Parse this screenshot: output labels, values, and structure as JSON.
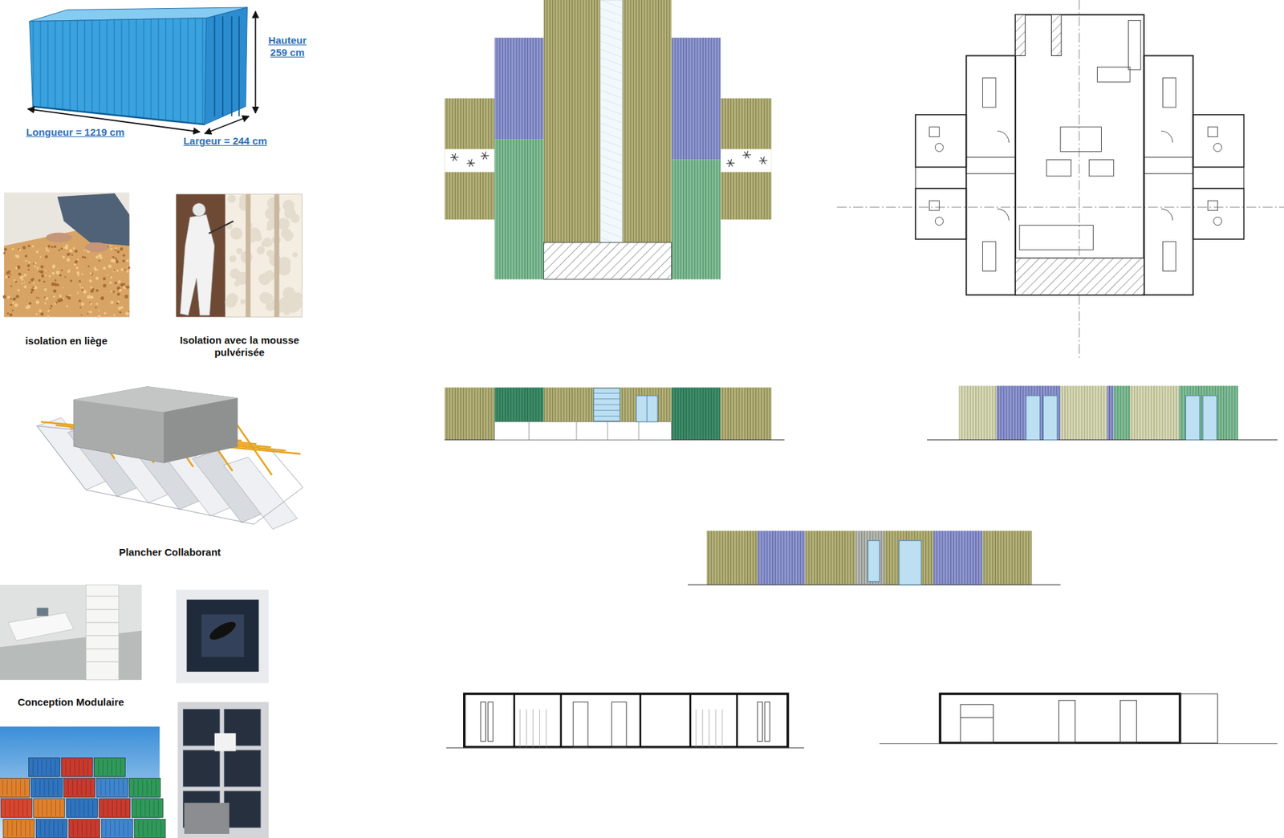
{
  "diagram": {
    "labels": [
      "Hauteur 259 cm",
      "Longueur = 1219 cm",
      "Largeur = 244 cm",
      "isolation en liège",
      "Isolation avec la mousse pulvérisée",
      "Plancher Collaborant",
      "Conception Modulaire"
    ]
  }
}
